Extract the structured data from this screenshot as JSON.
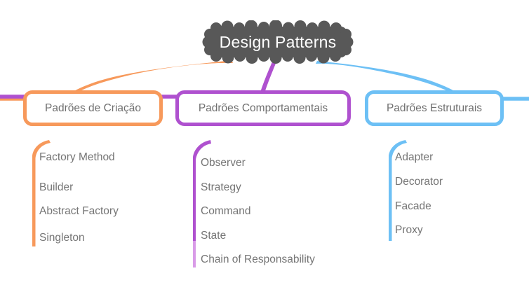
{
  "diagram": {
    "title": "Design Patterns",
    "type": "mind-map",
    "background_color": "#ffffff"
  },
  "root": {
    "label": "Design Patterns",
    "shape": "cloud",
    "fill_color": "#585858",
    "text_color": "#ffffff"
  },
  "branches": [
    {
      "id": "creational",
      "label": "Padrões de Criação",
      "color": "#F7995B",
      "text_color": "#6f6f6f",
      "leaves": [
        {
          "label": "Factory Method"
        },
        {
          "label": "Builder"
        },
        {
          "label": "Abstract Factory"
        },
        {
          "label": "Singleton"
        }
      ]
    },
    {
      "id": "behavioral",
      "label": "Padrões Comportamentais",
      "color": "#AF51CF",
      "text_color": "#6f6f6f",
      "leaves": [
        {
          "label": "Observer"
        },
        {
          "label": "Strategy"
        },
        {
          "label": "Command"
        },
        {
          "label": "State"
        },
        {
          "label": "Chain of Responsability"
        }
      ]
    },
    {
      "id": "structural",
      "label": "Padrões Estruturais",
      "color": "#6DC0F5",
      "text_color": "#6f6f6f",
      "leaves": [
        {
          "label": "Adapter"
        },
        {
          "label": "Decorator"
        },
        {
          "label": "Facade"
        },
        {
          "label": "Proxy"
        }
      ]
    }
  ]
}
